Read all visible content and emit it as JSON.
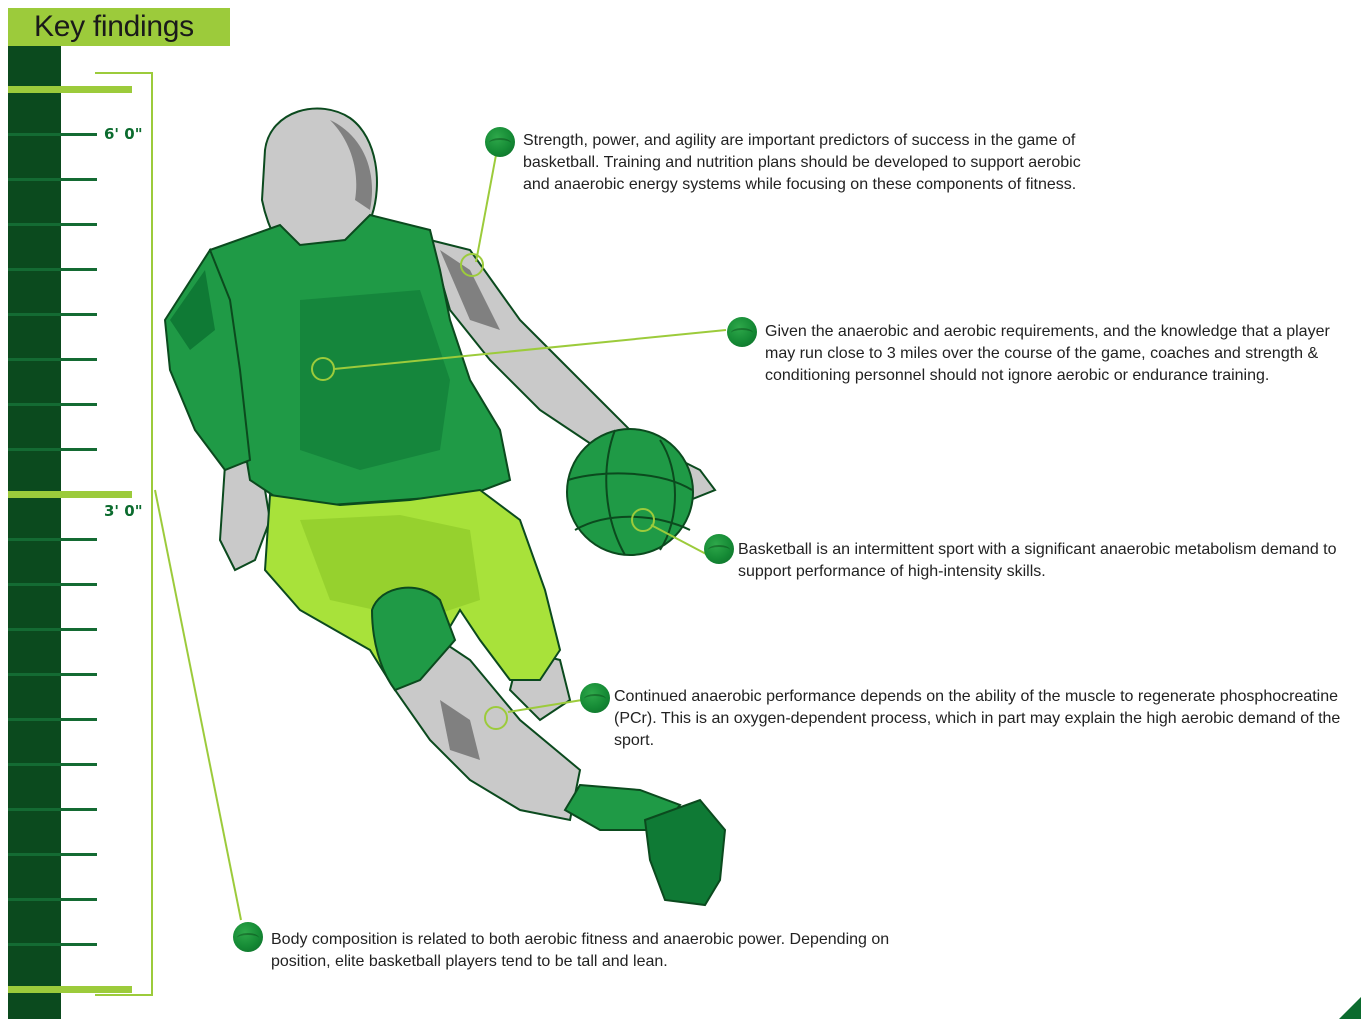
{
  "header": {
    "title": "Key findings"
  },
  "ruler": {
    "label_top": "6' 0\"",
    "label_mid": "3' 0\""
  },
  "findings": [
    {
      "text": "Strength, power, and agility are important predictors of success in the game of basketball. Training and nutrition plans should be developed to support aerobic and anaerobic energy systems while focusing on these components of fitness."
    },
    {
      "text": "Given the anaerobic and aerobic requirements, and the knowledge that a player may run close to 3 miles over the course of the game, coaches and strength & conditioning personnel should not ignore aerobic or endurance training."
    },
    {
      "text": "Basketball is an intermittent sport with a significant anaerobic metabolism demand to support performance of high-intensity skills."
    },
    {
      "text": "Continued anaerobic performance depends on the ability of the muscle to regenerate phosphocreatine (PCr). This is an oxygen-dependent process, which in part may explain the high aerobic demand of the sport."
    },
    {
      "text": "Body composition is related to both aerobic fitness and anaerobic power. Depending on position, elite basketball players tend to be tall and lean."
    }
  ],
  "colors": {
    "dark_green": "#0b4a1e",
    "accent_lime": "#9ccb3b",
    "jersey_green": "#1f9a46",
    "shorts_lime": "#a8e23a",
    "skin_gray": "#c9c9c9"
  }
}
